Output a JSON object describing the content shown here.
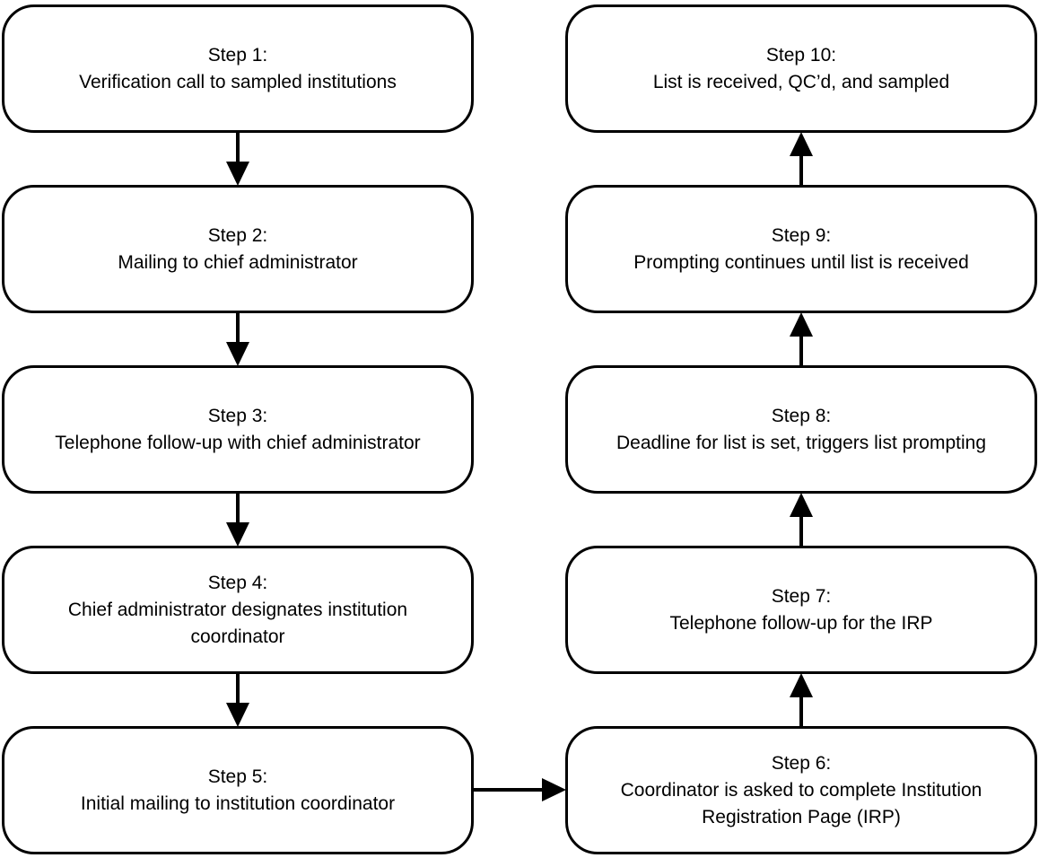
{
  "diagram": {
    "type": "flowchart",
    "colors": {
      "background": "#ffffff",
      "box_fill": "#ffffff",
      "box_border": "#000000",
      "text": "#000000",
      "arrow": "#000000"
    },
    "steps": [
      {
        "label": "Step 1:",
        "text": "Verification call to sampled institutions"
      },
      {
        "label": "Step 2:",
        "text": "Mailing to chief administrator"
      },
      {
        "label": "Step 3:",
        "text": "Telephone follow-up with chief administrator"
      },
      {
        "label": "Step 4:",
        "text": "Chief administrator designates institution coordinator"
      },
      {
        "label": "Step 5:",
        "text": "Initial mailing to institution coordinator"
      },
      {
        "label": "Step 6:",
        "text": "Coordinator is asked to complete Institution Registration Page (IRP)"
      },
      {
        "label": "Step 7:",
        "text": "Telephone follow-up for the IRP"
      },
      {
        "label": "Step 8:",
        "text": "Deadline for list is set, triggers list prompting"
      },
      {
        "label": "Step 9:",
        "text": "Prompting continues until list is received"
      },
      {
        "label": "Step 10:",
        "text": "List is received, QC’d, and sampled"
      }
    ],
    "connections": [
      {
        "from": "Step 1",
        "to": "Step 2",
        "direction": "down"
      },
      {
        "from": "Step 2",
        "to": "Step 3",
        "direction": "down"
      },
      {
        "from": "Step 3",
        "to": "Step 4",
        "direction": "down"
      },
      {
        "from": "Step 4",
        "to": "Step 5",
        "direction": "down"
      },
      {
        "from": "Step 5",
        "to": "Step 6",
        "direction": "right"
      },
      {
        "from": "Step 6",
        "to": "Step 7",
        "direction": "up"
      },
      {
        "from": "Step 7",
        "to": "Step 8",
        "direction": "up"
      },
      {
        "from": "Step 8",
        "to": "Step 9",
        "direction": "up"
      },
      {
        "from": "Step 9",
        "to": "Step 10",
        "direction": "up"
      }
    ]
  }
}
